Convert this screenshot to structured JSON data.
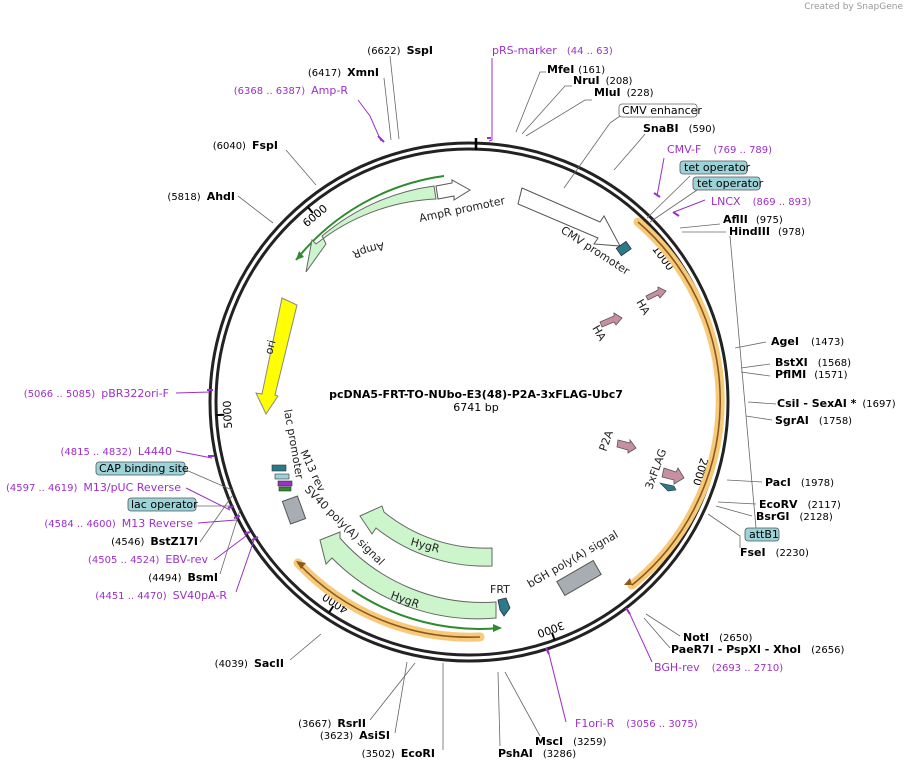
{
  "credit": "Created by SnapGene",
  "title": "pcDNA5-FRT-TO-NUbo-E3(48)-P2A-3xFLAG-Ubc7",
  "length_label": "6741 bp",
  "total_bp": 6741,
  "ticks": [
    {
      "bp": 1000,
      "label": "1000"
    },
    {
      "bp": 2000,
      "label": "2000"
    },
    {
      "bp": 3000,
      "label": "3000"
    },
    {
      "bp": 4000,
      "label": "4000"
    },
    {
      "bp": 5000,
      "label": "5000"
    },
    {
      "bp": 6000,
      "label": "6000"
    }
  ],
  "enzymes_right": [
    {
      "name": "MfeI",
      "pos": "(161)"
    },
    {
      "name": "NruI",
      "pos": "(208)"
    },
    {
      "name": "MluI",
      "pos": "(228)"
    },
    {
      "name": "SnaBI",
      "pos": "(590)"
    },
    {
      "name": "AflII",
      "pos": "(975)"
    },
    {
      "name": "HindIII",
      "pos": "(978)"
    },
    {
      "name": "AgeI",
      "pos": "(1473)"
    },
    {
      "name": "BstXI",
      "pos": "(1568)"
    },
    {
      "name": "PflMI",
      "pos": "(1571)"
    },
    {
      "name": "CsiI  - SexAI *",
      "pos": "(1697)"
    },
    {
      "name": "SgrAI",
      "pos": "(1758)"
    },
    {
      "name": "PacI",
      "pos": "(1978)"
    },
    {
      "name": "EcoRV",
      "pos": "(2117)"
    },
    {
      "name": "BsrGI",
      "pos": "(2128)"
    },
    {
      "name": "FseI",
      "pos": "(2230)"
    },
    {
      "name": "NotI",
      "pos": "(2650)"
    },
    {
      "name": "PaeR7I  - PspXI  - XhoI",
      "pos": "(2656)"
    },
    {
      "name": "MscI",
      "pos": "(3259)"
    },
    {
      "name": "PshAI",
      "pos": "(3286)"
    }
  ],
  "enzymes_left": [
    {
      "name": "SspI",
      "pos": "(6622)"
    },
    {
      "name": "XmnI",
      "pos": "(6417)"
    },
    {
      "name": "FspI",
      "pos": "(6040)"
    },
    {
      "name": "AhdI",
      "pos": "(5818)"
    },
    {
      "name": "BstZ17I",
      "pos": "(4546)"
    },
    {
      "name": "BsmI",
      "pos": "(4494)"
    },
    {
      "name": "SacII",
      "pos": "(4039)"
    },
    {
      "name": "RsrII",
      "pos": "(3667)"
    },
    {
      "name": "AsiSI",
      "pos": "(3623)"
    },
    {
      "name": "EcoRI",
      "pos": "(3502)"
    }
  ],
  "primers": [
    {
      "name": "pRS-marker",
      "range": "(44 .. 63)"
    },
    {
      "name": "Amp-R",
      "range": "(6368 .. 6387)"
    },
    {
      "name": "CMV-F",
      "range": "(769 .. 789)"
    },
    {
      "name": "LNCX",
      "range": "(869 .. 893)"
    },
    {
      "name": "pBR322ori-F",
      "range": "(5066 .. 5085)"
    },
    {
      "name": "L4440",
      "range": "(4815 .. 4832)"
    },
    {
      "name": "M13/pUC Reverse",
      "range": "(4597 .. 4619)"
    },
    {
      "name": "M13 Reverse",
      "range": "(4584 .. 4600)"
    },
    {
      "name": "EBV-rev",
      "range": "(4505 .. 4524)"
    },
    {
      "name": "SV40pA-R",
      "range": "(4451 .. 4470)"
    },
    {
      "name": "BGH-rev",
      "range": "(2693 .. 2710)"
    },
    {
      "name": "F1ori-R",
      "range": "(3056 .. 3075)"
    }
  ],
  "boxed_labels": {
    "cmv_enhancer": "CMV enhancer",
    "tet_operator_1": "tet operator",
    "tet_operator_2": "tet operator",
    "attb1": "attB1",
    "cap_binding_site": "CAP binding site",
    "lac_operator": "lac operator"
  },
  "features": {
    "ampr_promoter": "AmpR promoter",
    "ampr": "AmpR",
    "ori": "ori",
    "cmv_promoter": "CMV promoter",
    "ha_1": "HA",
    "ha_2": "HA",
    "p2a": "P2A",
    "flag": "3xFLAG",
    "lac_promoter": "lac promoter",
    "m13_rev": "M13 rev",
    "sv40_polya": "SV40 poly(A) signal",
    "hygr_1": "HygR",
    "hygr_2": "HygR",
    "frt": "FRT",
    "bgh_polya": "bGH poly(A) signal"
  },
  "colors": {
    "backbone": "#222222",
    "primer": "#9b30c8",
    "resistance_fill": "#ccf5cc",
    "resistance_stroke": "#2e8b2e",
    "ori_fill": "#ffff00",
    "orf_highlight": "#f7c97a",
    "orf_line": "#8b5a1a",
    "tag_fill": "#c78fa0",
    "operator_fill": "#9bd3d9",
    "polya_fill": "#a8adb3",
    "frt_fill": "#2a7a8a"
  }
}
